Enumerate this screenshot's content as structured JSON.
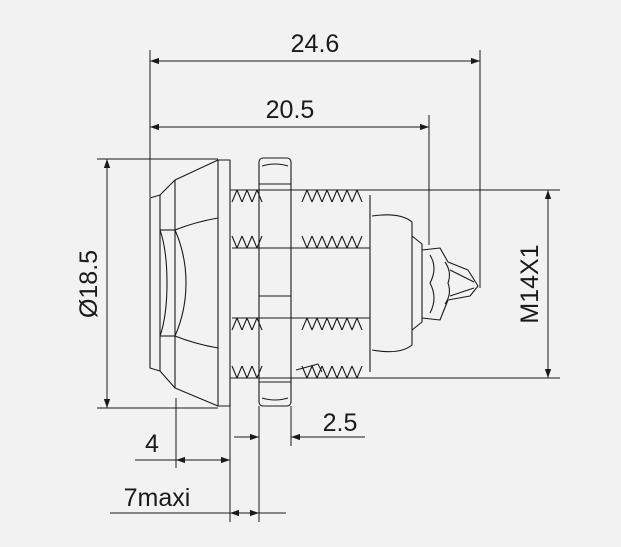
{
  "dimensions": {
    "overall_length": "24.6",
    "body_length": "20.5",
    "flange_diameter": "Ø18.5",
    "thread_size": "M14X1",
    "flange_thickness": "4",
    "max_panel": "7maxi",
    "nut_thickness": "2.5"
  },
  "colors": {
    "background": "#f2f2f2",
    "line": "#1a1a1a"
  }
}
